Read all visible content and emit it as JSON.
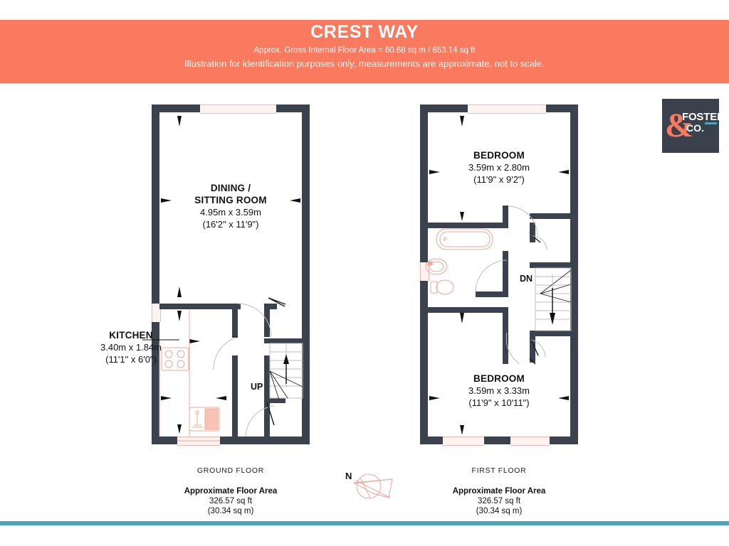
{
  "header": {
    "title": "CREST WAY",
    "subtitle1": "Approx. Gross Internal Floor Area = 60.68 sq m / 653.14 sq ft",
    "subtitle2": "Illustration for identification purposes only, measurements are approximate, not to scale.",
    "band_color": "#fa7a5f",
    "text_color": "#ffffff"
  },
  "logo": {
    "ampersand": "&",
    "line1": "FOSTER",
    "line2": "CO.",
    "background": "#3b414c",
    "accent": "#fa7a5f",
    "rule_color": "#4ea3bd"
  },
  "footer_rule_color": "#4ea3bd",
  "compass": {
    "north_label": "N"
  },
  "floors": [
    {
      "caption": "GROUND FLOOR",
      "area_heading": "Approximate Floor Area",
      "area_sqft": "326.57 sq ft",
      "area_sqm": "(30.34 sq m)",
      "stair_direction_label": "UP",
      "rooms": [
        {
          "name_line1": "DINING /",
          "name_line2": "SITTING ROOM",
          "dim_metric": "4.95m x 3.59m",
          "dim_imperial": "(16'2\" x 11'9\")"
        },
        {
          "name_line1": "KITCHEN",
          "name_line2": "",
          "dim_metric": "3.40m x 1.84m",
          "dim_imperial": "(11'1\" x 6'0\")"
        }
      ]
    },
    {
      "caption": "FIRST FLOOR",
      "area_heading": "Approximate Floor Area",
      "area_sqft": "326.57 sq ft",
      "area_sqm": "(30.34 sq m)",
      "stair_direction_label": "DN",
      "rooms": [
        {
          "name_line1": "BEDROOM",
          "name_line2": "",
          "dim_metric": "3.59m x 2.80m",
          "dim_imperial": "(11'9\" x 9'2\")"
        },
        {
          "name_line1": "BEDROOM",
          "name_line2": "",
          "dim_metric": "3.59m x 3.33m",
          "dim_imperial": "(11'9\" x 10'11\")"
        }
      ]
    }
  ],
  "colors": {
    "wall": "#3b424d",
    "fixture_outline": "#e8a99b",
    "window_fill": "#fdf4f2",
    "page_background": "#ffffff"
  }
}
